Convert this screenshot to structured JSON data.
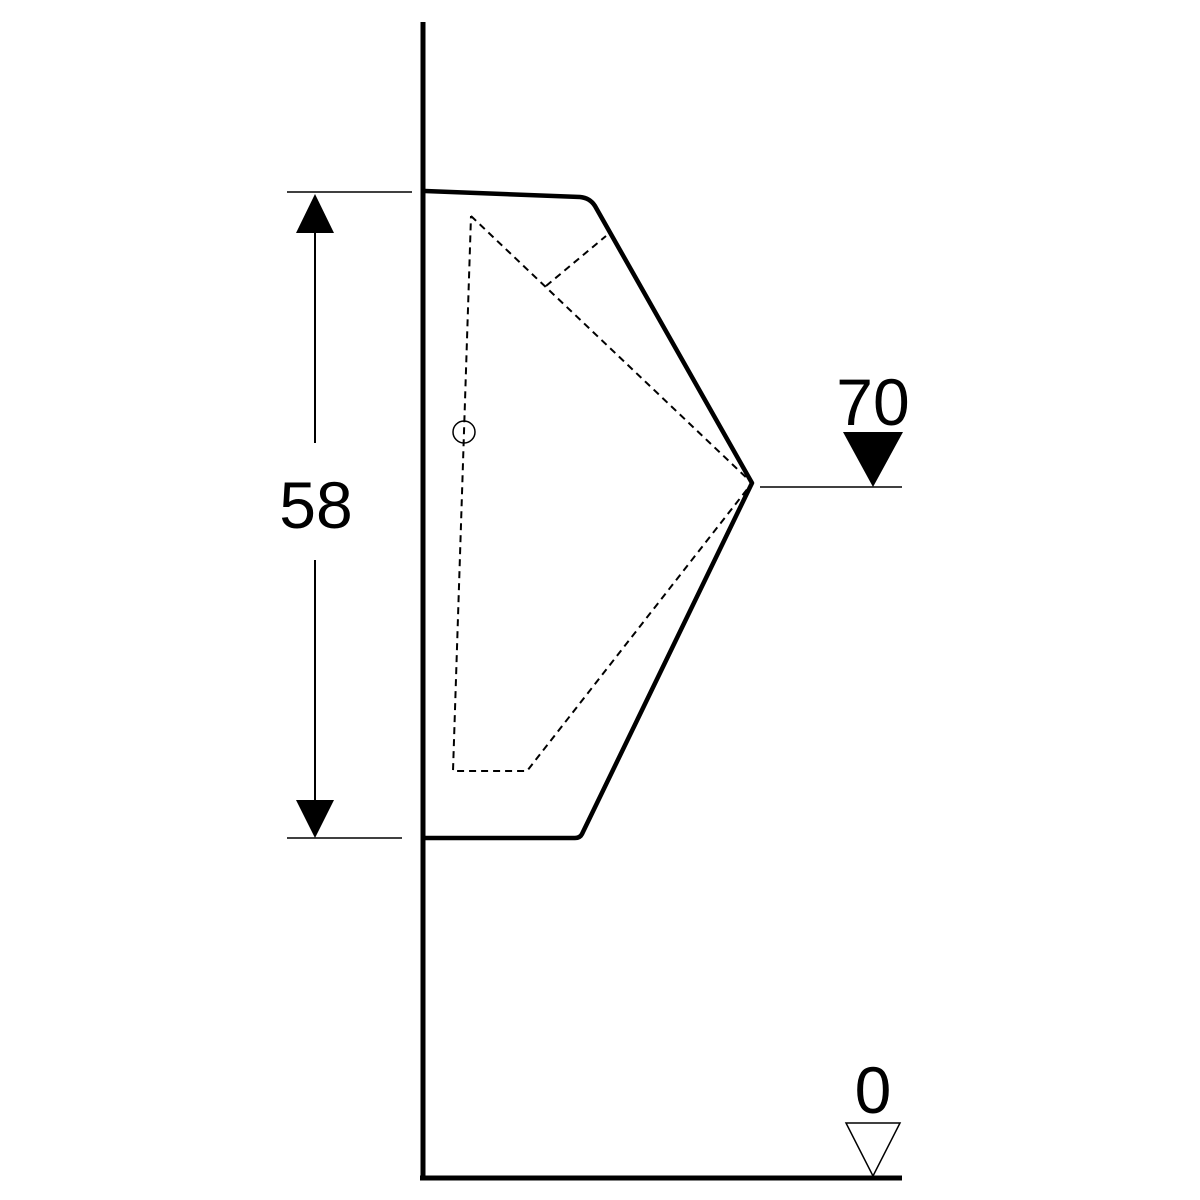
{
  "dimensions": {
    "height_label": "58",
    "rim_height_label": "70",
    "floor_level_label": "0"
  },
  "colors": {
    "line": "#000000",
    "background": "#ffffff"
  }
}
